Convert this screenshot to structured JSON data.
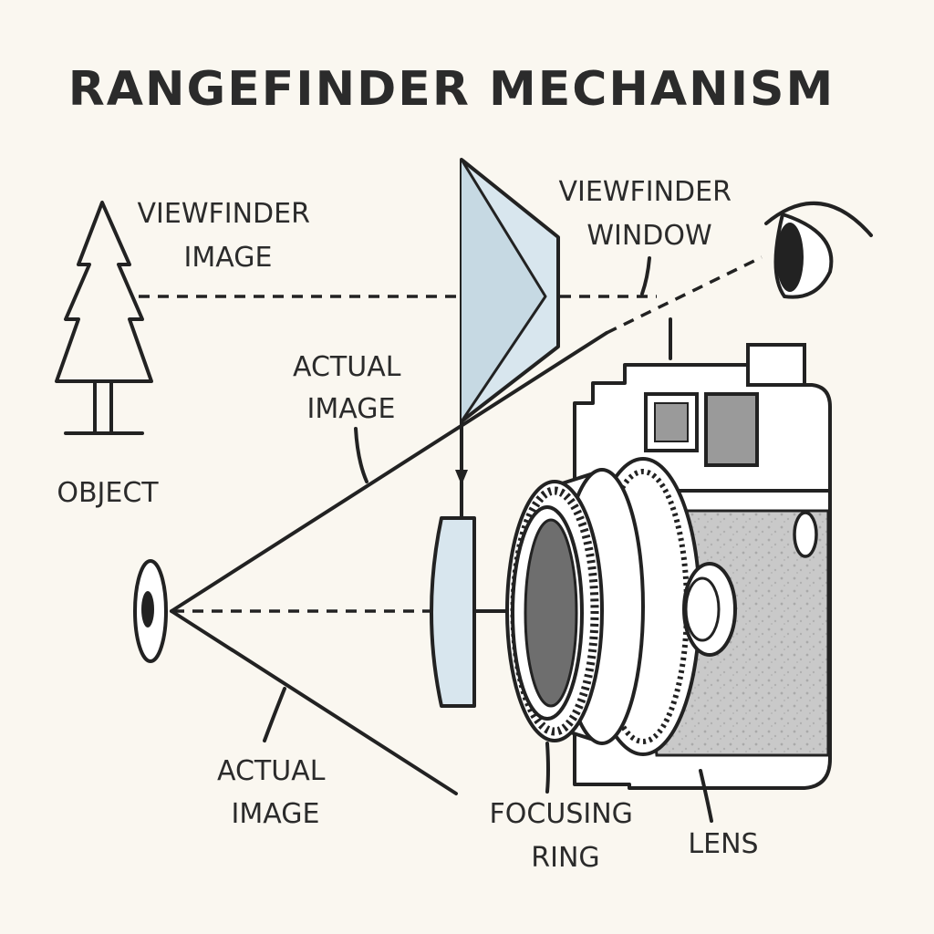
{
  "title": "RANGEFINDER MECHANISM",
  "labels": {
    "viewfinder_image": [
      "VIEWFINDER",
      "IMAGE"
    ],
    "viewfinder_window": [
      "VIEWFINDER",
      "WINDOW"
    ],
    "actual_image_top": [
      "ACTUAL",
      "IMAGE"
    ],
    "actual_image_bottom": [
      "ACTUAL",
      "IMAGE"
    ],
    "object": [
      "OBJECT"
    ],
    "focusing_ring": [
      "FOCUSING",
      "RING"
    ],
    "lens": [
      "LENS"
    ]
  },
  "colors": {
    "ink": "#222222",
    "background": "#faf7f0",
    "glass": "#d8e6ee",
    "camera_body": "#c8c8c8",
    "lens_dark": "#6e6e6e"
  }
}
